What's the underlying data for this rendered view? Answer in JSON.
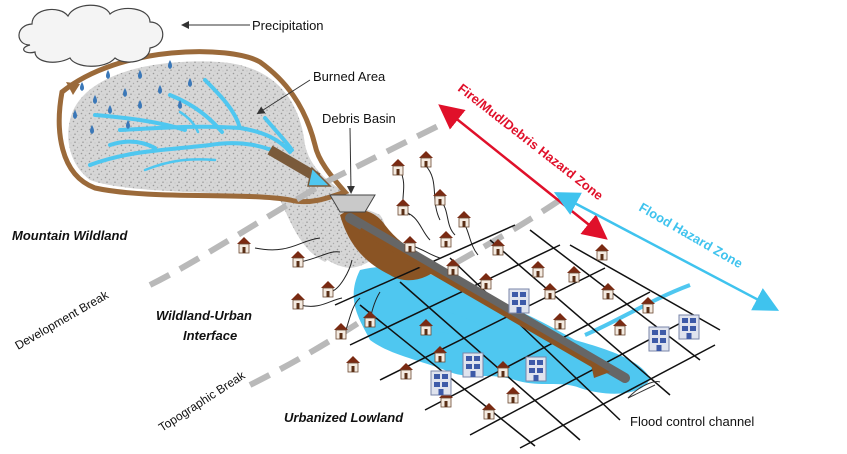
{
  "labels": {
    "precipitation": "Precipitation",
    "burned_area": "Burned Area",
    "debris_basin": "Debris Basin",
    "fire_zone": "Fire/Mud/Debris Hazard Zone",
    "flood_zone": "Flood Hazard Zone",
    "mountain_wildland": "Mountain Wildland",
    "development_break": "Development Break",
    "wui_line1": "Wildland-Urban",
    "wui_line2": "Interface",
    "topographic_break": "Topographic Break",
    "urbanized_lowland": "Urbanized Lowland",
    "flood_channel": "Flood control channel"
  },
  "colors": {
    "fire_zone": "#e0102a",
    "flood_zone": "#3fc3ee",
    "water": "#4fc7f0",
    "burned_outline": "#9b6a3a",
    "debris": "#8a5424",
    "break_line": "#b9b9b9",
    "house_roof": "#7a2a12",
    "raindrop": "#3b78b8"
  },
  "icons": {
    "cloud": "cloud-icon",
    "raindrop": "raindrop-icon",
    "house": "house-icon",
    "building": "building-icon",
    "debris_basin": "debris-basin-icon"
  }
}
